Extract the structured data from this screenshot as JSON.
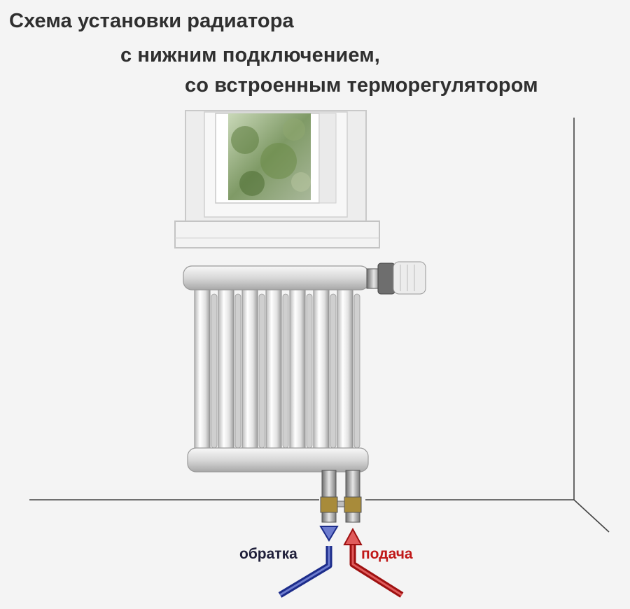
{
  "title": {
    "line1": "Схема установки радиатора",
    "line2": "с нижним  подключением,",
    "line3": "со встроенным терморегулятором"
  },
  "labels": {
    "return_pipe": "обратка",
    "supply_pipe": "подача"
  },
  "colors": {
    "background": "#f4f4f4",
    "return_pipe": "#2a3a9a",
    "supply_pipe": "#c01818",
    "wall_lines": "#444444"
  }
}
